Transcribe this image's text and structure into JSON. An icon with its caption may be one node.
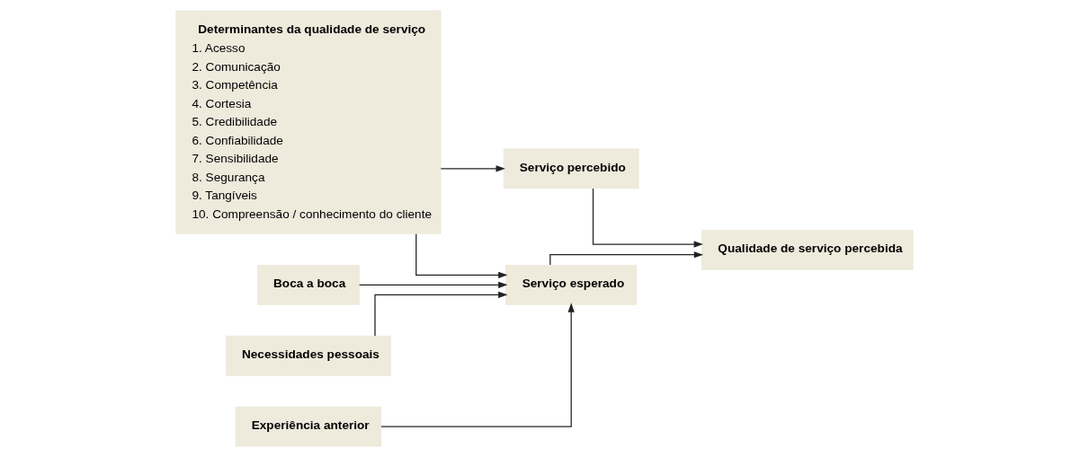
{
  "diagram": {
    "nodes": [
      {
        "text": [
          "Determinantes da qualidade de serviço",
          "1. Acesso",
          "2. Comunicação",
          "3. Competência",
          "4. Cortesia",
          "5. Credibilidade",
          "6. Confiabilidade",
          "7. Sensibilidade",
          "8. Segurança",
          "9. Tangíveis",
          "10. Compreensão / conhecimento do cliente"
        ]
      },
      {
        "text": [
          "Boca a boca"
        ]
      },
      {
        "text": [
          "Necessidades pessoais"
        ]
      },
      {
        "text": [
          "Experiência anterior"
        ]
      },
      {
        "text": [
          "Serviço esperado"
        ]
      },
      {
        "text": [
          "Serviço percebido"
        ]
      },
      {
        "text": [
          "Qualidade de serviço percebida"
        ]
      }
    ],
    "edges": [
      {
        "from": 1,
        "to": 4,
        "arrow": "to"
      },
      {
        "from": 2,
        "to": 4,
        "arrow": "to"
      },
      {
        "from": 3,
        "to": 4,
        "arrow": "to"
      },
      {
        "from": 0,
        "to": 4,
        "arrow": "to"
      },
      {
        "from": 0,
        "to": 5,
        "arrow": "to"
      },
      {
        "from": 4,
        "to": 6,
        "arrow": "to"
      },
      {
        "from": 5,
        "to": 6,
        "arrow": "to"
      }
    ]
  }
}
